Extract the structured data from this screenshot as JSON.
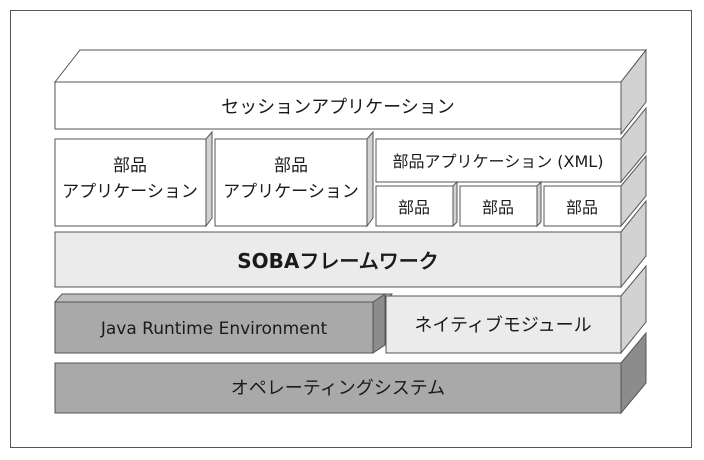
{
  "layers": {
    "session_app": "セッションアプリケーション",
    "component_app_1": [
      "部品",
      "アプリケーション"
    ],
    "component_app_2": [
      "部品",
      "アプリケーション"
    ],
    "component_app_xml": "部品アプリケーション (XML)",
    "components": [
      "部品",
      "部品",
      "部品"
    ],
    "soba_framework": "SOBAフレームワーク",
    "jre": "Java Runtime Environment",
    "native_module": "ネイティブモジュール",
    "os": "オペレーティングシステム"
  },
  "colors": {
    "light_face": "#ffffff",
    "light_gray_face": "#ebebeb",
    "dark_gray_face": "#a9a9a9",
    "top_face": "#ffffff",
    "side_face": "#d2d2d2",
    "stroke": "#555555"
  }
}
